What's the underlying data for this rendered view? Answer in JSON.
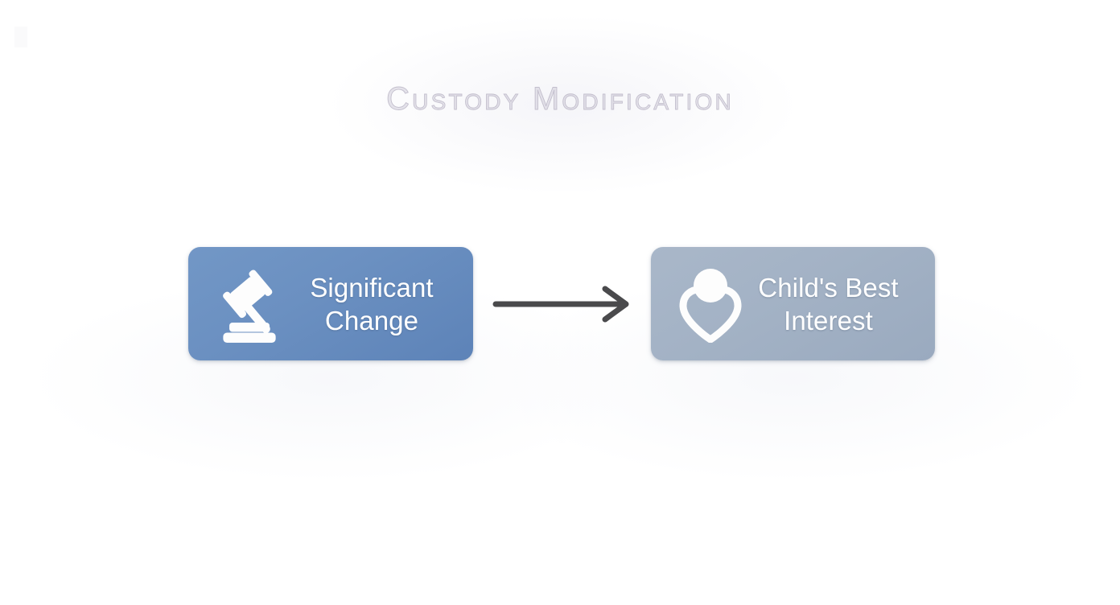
{
  "diagram": {
    "title": "Custody Modification",
    "background_color": "#ffffff",
    "title_color": "#c3bfcd",
    "nodes": [
      {
        "id": "significant-change",
        "label": "Significant\nChange",
        "icon": "gavel-icon",
        "text_color": "#ffffff",
        "fill_color": "#6b90c1"
      },
      {
        "id": "childs-best-interest",
        "label": "Child's Best\nInterest",
        "icon": "person-heart-icon",
        "text_color": "#ffffff",
        "fill_color": "#a3b2c5"
      }
    ],
    "connector": {
      "type": "arrow",
      "direction": "right",
      "from": "significant-change",
      "to": "childs-best-interest",
      "color": "#4a4a4c"
    }
  }
}
